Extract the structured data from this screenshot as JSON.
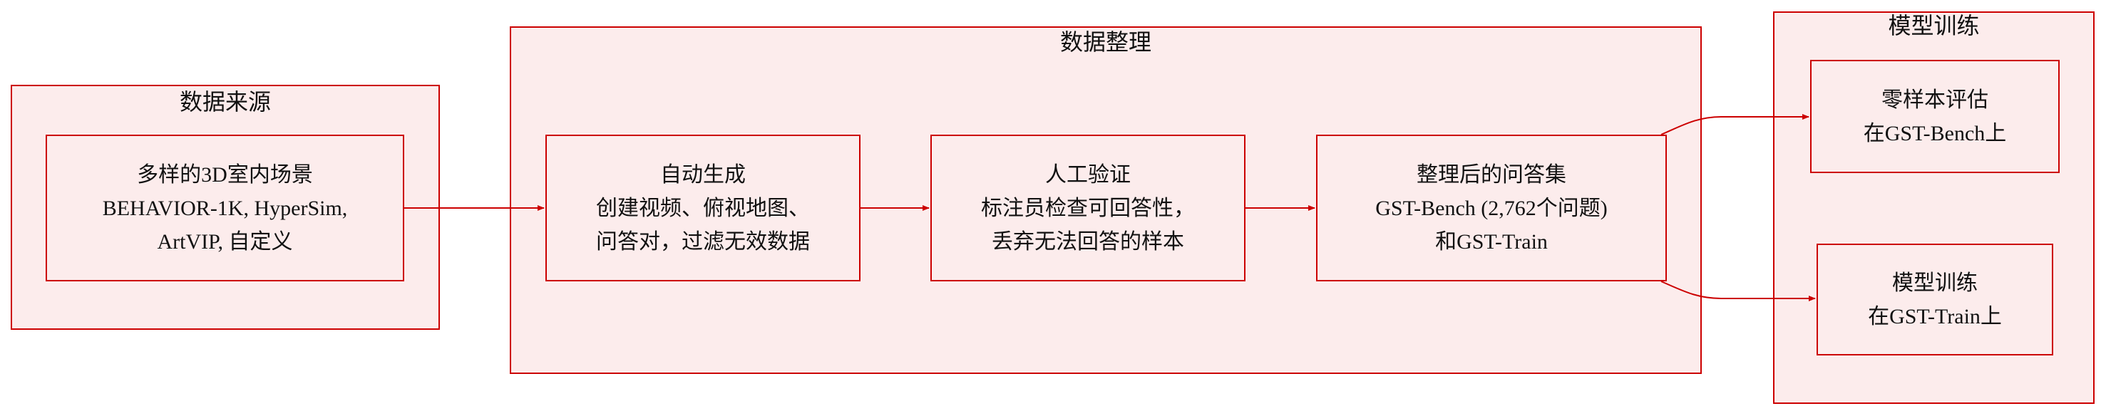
{
  "clusters": {
    "data_source": {
      "title": "数据来源"
    },
    "data_curation": {
      "title": "数据整理"
    },
    "model_training": {
      "title": "模型训练"
    }
  },
  "nodes": {
    "diverse_scenes": {
      "lines": [
        "多样的3D室内场景",
        "BEHAVIOR-1K, HyperSim,",
        "ArtVIP, 自定义"
      ]
    },
    "auto_generation": {
      "lines": [
        "自动生成",
        "创建视频、俯视地图、",
        "问答对，过滤无效数据"
      ]
    },
    "human_verification": {
      "lines": [
        "人工验证",
        "标注员检查可回答性，",
        "丢弃无法回答的样本"
      ]
    },
    "curated_qa": {
      "lines": [
        "整理后的问答集",
        "GST-Bench (2,762个问题)",
        "和GST-Train"
      ]
    },
    "zero_shot_eval": {
      "lines": [
        "零样本评估",
        "在GST-Bench上"
      ]
    },
    "model_train": {
      "lines": [
        "模型训练",
        "在GST-Train上"
      ]
    }
  },
  "edges": [
    {
      "from": "diverse_scenes",
      "to": "auto_generation"
    },
    {
      "from": "auto_generation",
      "to": "human_verification"
    },
    {
      "from": "human_verification",
      "to": "curated_qa"
    },
    {
      "from": "curated_qa",
      "to": "zero_shot_eval"
    },
    {
      "from": "curated_qa",
      "to": "model_train"
    }
  ],
  "colors": {
    "fill": "#fcecec",
    "stroke": "#cc0000",
    "text": "#111111"
  }
}
